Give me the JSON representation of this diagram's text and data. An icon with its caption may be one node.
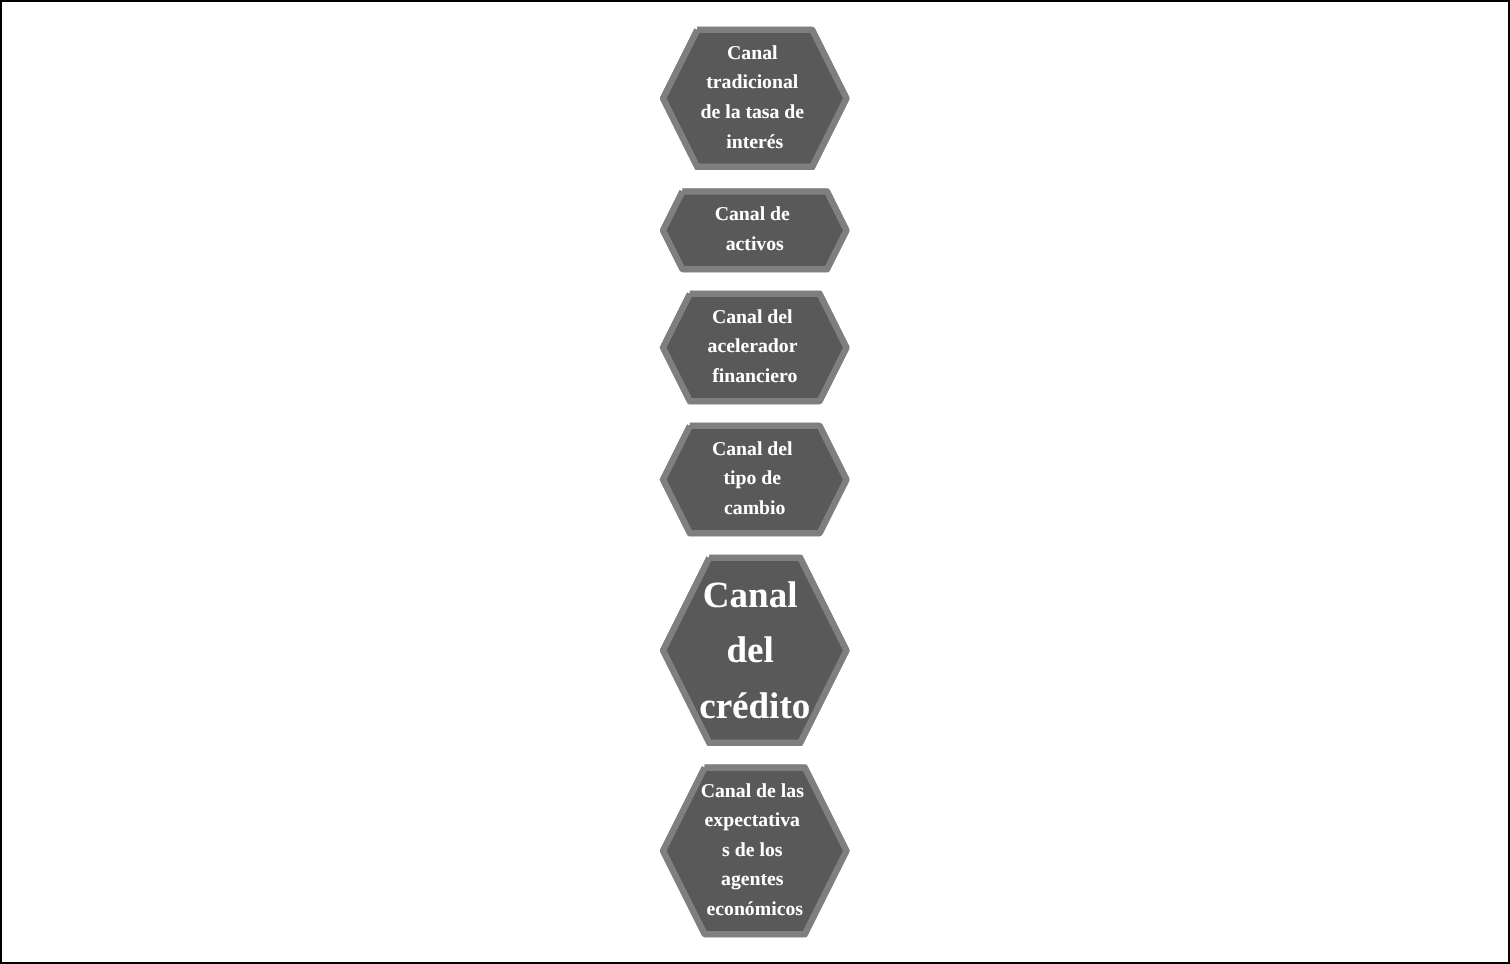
{
  "diagram": {
    "nodes": [
      {
        "text": [
          "Canal tradicional de la tasa de interés"
        ]
      },
      {
        "text": [
          "Canal de activos"
        ]
      },
      {
        "text": [
          "Canal del acelerador financiero"
        ]
      },
      {
        "text": [
          "Canal del tipo de cambio"
        ]
      },
      {
        "text": [
          "Canal del crédito"
        ]
      },
      {
        "text": [
          "Canal de las expectativa s de los agentes económicos"
        ]
      }
    ]
  }
}
